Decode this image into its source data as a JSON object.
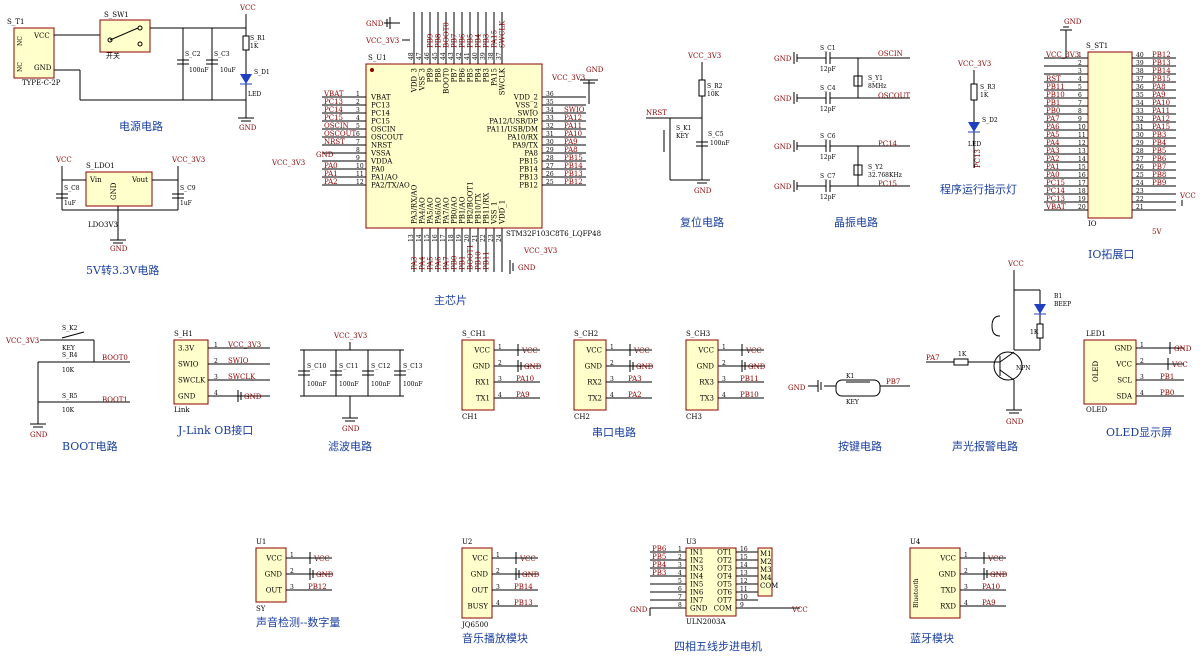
{
  "sections": {
    "power": "电源电路",
    "ldo": "5V转3.3V电路",
    "mcu": "主芯片",
    "reset": "复位电路",
    "crystal": "晶振电路",
    "run_led": "程序运行指示灯",
    "io": "IO拓展口",
    "boot": "BOOT电路",
    "jlink": "J-Link OB接口",
    "filter": "滤波电路",
    "uart": "串口电路",
    "key": "按键电路",
    "alarm": "声光报警电路",
    "oled": "OLED显示屏",
    "sound": "声音检测--数字量",
    "music": "音乐播放模块",
    "stepper": "四相五线步进电机",
    "bt": "蓝牙模块"
  },
  "nets": {
    "vcc": "VCC",
    "vcc33": "VCC_3V3",
    "gnd": "GND",
    "v33": "3.3V",
    "v5": "5V"
  },
  "power": {
    "t1": "S_T1",
    "t1_part": "TYPE-C-2P",
    "nc": "NC",
    "vcc": "VCC",
    "gnd": "GND",
    "sw1": "S_SW1",
    "sw_name": "开关",
    "c2": "S_C2",
    "c2v": "100nF",
    "c3": "S_C3",
    "c3v": "10uF",
    "r1": "S_R1",
    "r1v": "1K",
    "d1": "S_D1",
    "d1v": "LED"
  },
  "ldo": {
    "ldo": "S_LDO1",
    "vin": "Vin",
    "vout": "Vout",
    "gnd": "GND",
    "part": "LDO3V3",
    "c8": "S_C8",
    "c8v": "1uF",
    "c9": "S_C9",
    "c9v": "1uF"
  },
  "mcu": {
    "ref": "S_U1",
    "part": "STM32F103C8T6_LQFP48",
    "left_pins": [
      {
        "name": "VBAT",
        "num": "1",
        "net": "VBAT"
      },
      {
        "name": "PC13",
        "num": "2",
        "net": "PC13"
      },
      {
        "name": "PC14",
        "num": "3",
        "net": "PC14"
      },
      {
        "name": "PC15",
        "num": "4",
        "net": "PC15"
      },
      {
        "name": "OSCIN",
        "num": "5",
        "net": "OSCIN"
      },
      {
        "name": "OSCOUT",
        "num": "6",
        "net": "OSCOUT"
      },
      {
        "name": "NRST",
        "num": "7",
        "net": "NRST"
      },
      {
        "name": "VSSA",
        "num": "8",
        "net": "GND"
      },
      {
        "name": "VDDA",
        "num": "9",
        "net": "VCC_3V3"
      },
      {
        "name": "PA0",
        "num": "10",
        "net": "PA0"
      },
      {
        "name": "PA1/AO",
        "num": "11",
        "net": "PA1"
      },
      {
        "name": "PA2/TX/AO",
        "num": "12",
        "net": "PA2"
      }
    ],
    "right_pins": [
      {
        "name": "VDD_2",
        "num": "36",
        "net": "VCC_3V3"
      },
      {
        "name": "VSS_2",
        "num": "35",
        "net": ""
      },
      {
        "name": "SWIO",
        "num": "34",
        "net": "SWIO"
      },
      {
        "name": "PA12/USB/DP",
        "num": "33",
        "net": "PA12"
      },
      {
        "name": "PA11/USB/DM",
        "num": "32",
        "net": "PA11"
      },
      {
        "name": "PA10/RX",
        "num": "31",
        "net": "PA10"
      },
      {
        "name": "PA9/TX",
        "num": "30",
        "net": "PA9"
      },
      {
        "name": "PA8",
        "num": "29",
        "net": "PA8"
      },
      {
        "name": "PB15",
        "num": "28",
        "net": "PB15"
      },
      {
        "name": "PB14",
        "num": "27",
        "net": "PB14"
      },
      {
        "name": "PB13",
        "num": "26",
        "net": "PB13"
      },
      {
        "name": "PB12",
        "num": "25",
        "net": "PB12"
      }
    ],
    "top_pins": [
      {
        "name": "VDD_3",
        "num": "48"
      },
      {
        "name": "VSS_3",
        "num": "47"
      },
      {
        "name": "PB9",
        "num": "46"
      },
      {
        "name": "PB8",
        "num": "45"
      },
      {
        "name": "BOOT0",
        "num": "44"
      },
      {
        "name": "PB7",
        "num": "43"
      },
      {
        "name": "PB6",
        "num": "42"
      },
      {
        "name": "PB5",
        "num": "41"
      },
      {
        "name": "PB4",
        "num": "40"
      },
      {
        "name": "PB3",
        "num": "39"
      },
      {
        "name": "PA15",
        "num": "38"
      },
      {
        "name": "SWCLK",
        "num": "37"
      }
    ],
    "top_nets": [
      "",
      "",
      "PB9",
      "PB8",
      "BOOT0",
      "PB7",
      "PB6",
      "PB5",
      "PB4",
      "PB3",
      "PA15",
      "SWCLK"
    ],
    "bottom_pins": [
      {
        "name": "PA3/RX/AO",
        "num": "13"
      },
      {
        "name": "PA4/AO",
        "num": "14"
      },
      {
        "name": "PA5/AO",
        "num": "15"
      },
      {
        "name": "PA6/AO",
        "num": "16"
      },
      {
        "name": "PA7/AO",
        "num": "17"
      },
      {
        "name": "PB0/AO",
        "num": "18"
      },
      {
        "name": "PB1/AO",
        "num": "19"
      },
      {
        "name": "PB2/BOOT1",
        "num": "20"
      },
      {
        "name": "PB10/TX",
        "num": "21"
      },
      {
        "name": "PB11/RX",
        "num": "22"
      },
      {
        "name": "VSS_1",
        "num": "23"
      },
      {
        "name": "VDD_1",
        "num": "24"
      }
    ],
    "bottom_nets": [
      "PA3",
      "PA4",
      "PA5",
      "PA6",
      "PA7",
      "PB0",
      "PB1",
      "BOOT1",
      "PB10",
      "PB11",
      "",
      ""
    ]
  },
  "reset": {
    "r2": "S_R2",
    "r2v": "10K",
    "k1": "S_K1",
    "k1v": "KEY",
    "c5": "S_C5",
    "c5v": "100nF",
    "nrst": "NRST"
  },
  "crystal": {
    "c1": "S_C1",
    "c4": "S_C4",
    "c6": "S_C6",
    "c7": "S_C7",
    "cv": "12pF",
    "y1": "S_Y1",
    "y1v": "8MHz",
    "y2": "S_Y2",
    "y2v": "32.768KHz",
    "oscin": "OSCIN",
    "oscout": "OSCOUT",
    "pc14": "PC14",
    "pc15": "PC15"
  },
  "run_led": {
    "r3": "S_R3",
    "r3v": "1K",
    "d2": "S_D2",
    "d2v": "LED",
    "net": "PC13"
  },
  "io": {
    "ref": "S_ST1",
    "left": [
      {
        "num": "1",
        "net": "VCC_3V3"
      },
      {
        "num": "2",
        "net": ""
      },
      {
        "num": "3",
        "net": ""
      },
      {
        "num": "4",
        "net": "RST"
      },
      {
        "num": "5",
        "net": "PB11"
      },
      {
        "num": "6",
        "net": "PB10"
      },
      {
        "num": "7",
        "net": "PB1"
      },
      {
        "num": "8",
        "net": "PB0"
      },
      {
        "num": "9",
        "net": "PA7"
      },
      {
        "num": "10",
        "net": "PA6"
      },
      {
        "num": "11",
        "net": "PA5"
      },
      {
        "num": "12",
        "net": "PA4"
      },
      {
        "num": "13",
        "net": "PA3"
      },
      {
        "num": "14",
        "net": "PA2"
      },
      {
        "num": "15",
        "net": "PA1"
      },
      {
        "num": "16",
        "net": "PA0"
      },
      {
        "num": "17",
        "net": "PC15"
      },
      {
        "num": "18",
        "net": "PC14"
      },
      {
        "num": "19",
        "net": "PC13"
      },
      {
        "num": "20",
        "net": "VBAT"
      }
    ],
    "right": [
      {
        "num": "40",
        "net": "PB12"
      },
      {
        "num": "39",
        "net": "PB13"
      },
      {
        "num": "38",
        "net": "PB14"
      },
      {
        "num": "37",
        "net": "PB15"
      },
      {
        "num": "36",
        "net": "PA8"
      },
      {
        "num": "35",
        "net": "PA9"
      },
      {
        "num": "34",
        "net": "PA10"
      },
      {
        "num": "33",
        "net": "PA11"
      },
      {
        "num": "32",
        "net": "PA12"
      },
      {
        "num": "31",
        "net": "PA15"
      },
      {
        "num": "30",
        "net": "PB3"
      },
      {
        "num": "29",
        "net": "PB4"
      },
      {
        "num": "28",
        "net": "PB5"
      },
      {
        "num": "27",
        "net": "PB6"
      },
      {
        "num": "26",
        "net": "PB7"
      },
      {
        "num": "25",
        "net": "PB8"
      },
      {
        "num": "24",
        "net": "PB9"
      },
      {
        "num": "23",
        "net": ""
      },
      {
        "num": "22",
        "net": ""
      },
      {
        "num": "21",
        "net": ""
      }
    ],
    "label": "IO"
  },
  "boot": {
    "k2": "S_K2",
    "k2v": "KEY",
    "r4": "S_R4",
    "r4v": "10K",
    "r5": "S_R5",
    "r5v": "10K",
    "boot0": "BOOT0",
    "boot1": "BOOT1"
  },
  "jlink": {
    "ref": "S_H1",
    "part": "Link",
    "pins": [
      {
        "name": "3.3V",
        "num": "1",
        "net": "VCC_3V3"
      },
      {
        "name": "SWIO",
        "num": "2",
        "net": "SWIO"
      },
      {
        "name": "SWCLK",
        "num": "3",
        "net": "SWCLK"
      },
      {
        "name": "GND",
        "num": "4",
        "net": "GND"
      }
    ]
  },
  "filter": {
    "caps": [
      {
        "ref": "S_C10",
        "val": "100nF"
      },
      {
        "ref": "S_C11",
        "val": "100nF"
      },
      {
        "ref": "S_C12",
        "val": "100nF"
      },
      {
        "ref": "S_C13",
        "val": "100nF"
      }
    ]
  },
  "uart": {
    "modules": [
      {
        "ref": "S_CH1",
        "label": "CH1",
        "rx": "RX1",
        "tx": "TX1",
        "rxnet": "PA10",
        "txnet": "PA9"
      },
      {
        "ref": "S_CH2",
        "label": "CH2",
        "rx": "RX2",
        "tx": "TX2",
        "rxnet": "PA3",
        "txnet": "PA2"
      },
      {
        "ref": "S_CH3",
        "label": "CH3",
        "rx": "RX3",
        "tx": "TX3",
        "rxnet": "PB11",
        "txnet": "PB10"
      }
    ],
    "vcc": "VCC",
    "gnd": "GND"
  },
  "key": {
    "ref": "K1",
    "val": "KEY",
    "net": "PB7"
  },
  "alarm": {
    "b1": "B1",
    "b1v": "BEEP",
    "r": "1K",
    "q": "NPN",
    "net": "PA7",
    "rled": "1K"
  },
  "oled": {
    "ref": "LED1",
    "label": "OLED",
    "body": "OLED",
    "pins": [
      {
        "name": "GND",
        "num": "1",
        "net": "GND"
      },
      {
        "name": "VCC",
        "num": "2",
        "net": "VCC"
      },
      {
        "name": "SCL",
        "num": "3",
        "net": "PB1"
      },
      {
        "name": "SDA",
        "num": "4",
        "net": "PB0"
      }
    ]
  },
  "sound": {
    "ref": "U1",
    "label": "SY",
    "pins": [
      {
        "name": "VCC",
        "num": "1",
        "net": "VCC"
      },
      {
        "name": "GND",
        "num": "2",
        "net": "GND"
      },
      {
        "name": "OUT",
        "num": "3",
        "net": "PB12"
      }
    ]
  },
  "music": {
    "ref": "U2",
    "label": "JQ6500",
    "pins": [
      {
        "name": "VCC",
        "num": "1",
        "net": "VCC"
      },
      {
        "name": "GND",
        "num": "2",
        "net": "GND"
      },
      {
        "name": "OUT",
        "num": "3",
        "net": "PB14"
      },
      {
        "name": "BUSY",
        "num": "4",
        "net": "PB13"
      }
    ]
  },
  "stepper": {
    "ref": "U3",
    "part": "ULN2003A",
    "left": [
      {
        "name": "IN1",
        "num": "1",
        "net": "PB6"
      },
      {
        "name": "IN2",
        "num": "2",
        "net": "PB5"
      },
      {
        "name": "IN3",
        "num": "3",
        "net": "PB4"
      },
      {
        "name": "IN4",
        "num": "4",
        "net": "PB3"
      },
      {
        "name": "IN5",
        "num": "5",
        "net": ""
      },
      {
        "name": "IN6",
        "num": "6",
        "net": ""
      },
      {
        "name": "IN7",
        "num": "7",
        "net": ""
      },
      {
        "name": "GND",
        "num": "8",
        "net": "GND"
      }
    ],
    "right": [
      {
        "name": "OT1",
        "num": "16"
      },
      {
        "name": "OT2",
        "num": "15"
      },
      {
        "name": "OT3",
        "num": "14"
      },
      {
        "name": "OT4",
        "num": "13"
      },
      {
        "name": "OT5",
        "num": "12"
      },
      {
        "name": "OT6",
        "num": "11"
      },
      {
        "name": "OT7",
        "num": "10"
      },
      {
        "name": "COM",
        "num": "9"
      }
    ],
    "motor": [
      "M1",
      "M2",
      "M3",
      "M4",
      "COM"
    ]
  },
  "bt": {
    "ref": "U4",
    "body": "Bluetooth",
    "pins": [
      {
        "name": "VCC",
        "num": "1",
        "net": "VCC"
      },
      {
        "name": "GND",
        "num": "2",
        "net": "GND"
      },
      {
        "name": "TXD",
        "num": "3",
        "net": "PA10"
      },
      {
        "name": "RXD",
        "num": "4",
        "net": "PA9"
      }
    ]
  }
}
